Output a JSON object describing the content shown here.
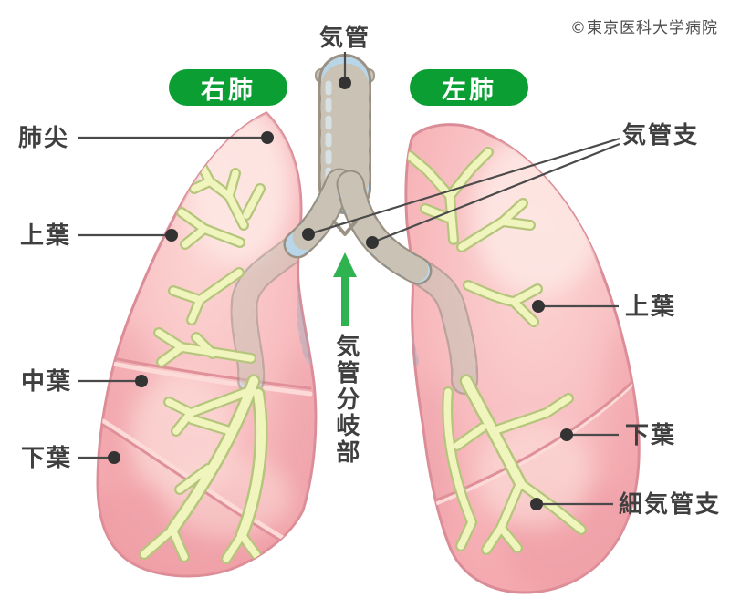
{
  "copyright": "©東京医科大学病院",
  "badges": {
    "right_lung": "右肺",
    "left_lung": "左肺"
  },
  "labels": {
    "trachea": "気管",
    "apex": "肺尖",
    "right_upper_lobe": "上葉",
    "right_middle_lobe": "中葉",
    "right_lower_lobe": "下葉",
    "bronchus": "気管支",
    "left_upper_lobe": "上葉",
    "left_lower_lobe": "下葉",
    "bronchiole": "細気管支",
    "bifurcation": "気管分岐部"
  },
  "icons": {
    "bifurcation_arrow": "up-arrow"
  },
  "colors": {
    "badge_green": "#0a9e33",
    "arrow_green": "#2eb350",
    "lung_pink": "#f6aeb3",
    "lung_highlight": "#fde6e3",
    "lung_outline": "#db8d97",
    "bronchus_blue": "#b9d6e9",
    "tube_ring_gray": "#c9c2b5",
    "branch_yellow": "#f0f5bd",
    "branch_outline": "#b5c57c",
    "label_text": "#3f3f3f",
    "leader_line": "#4a4a4a"
  }
}
